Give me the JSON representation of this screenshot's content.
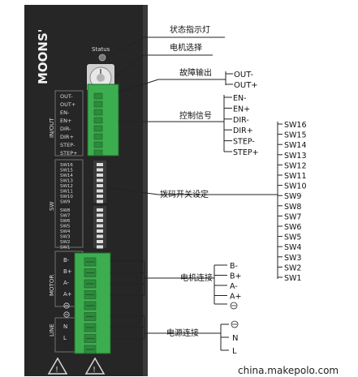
{
  "device": {
    "brand": "MOONS'",
    "status_label": "Status",
    "io_section": "IN/OUT",
    "io_pins": [
      "OUT-",
      "OUT+",
      "EN-",
      "EN+",
      "DIR-",
      "DIR+",
      "STEP-",
      "STEP+"
    ],
    "sw_section": "SW",
    "sw_labels": [
      "SW16",
      "SW15",
      "SW14",
      "SW13",
      "SW12",
      "SW11",
      "SW10",
      "SW9",
      "SW8",
      "SW7",
      "SW6",
      "SW5",
      "SW4",
      "SW3",
      "SW2",
      "SW1"
    ],
    "motor_section": "MOTOR",
    "motor_pins": [
      "B-",
      "B+",
      "A-",
      "A+"
    ],
    "line_section": "LINE",
    "line_pins": [
      "N",
      "L"
    ]
  },
  "annotations": {
    "status_light": "状态指示灯",
    "motor_select": "电机选择",
    "fault_output": "故障输出",
    "fault_pins": [
      "OUT-",
      "OUT+"
    ],
    "control_signal": "控制信号",
    "control_pins": [
      "EN-",
      "EN+",
      "DIR-",
      "DIR+",
      "STEP-",
      "STEP+"
    ],
    "dip_switch": "拨码开关设定",
    "dip_pins": [
      "SW16",
      "SW15",
      "SW14",
      "SW13",
      "SW12",
      "SW11",
      "SW10",
      "SW9",
      "SW8",
      "SW7",
      "SW6",
      "SW5",
      "SW4",
      "SW3",
      "SW2",
      "SW1"
    ],
    "motor_connect": "电机连接",
    "motor_pins": [
      "B-",
      "B+",
      "A-",
      "A+"
    ],
    "power_connect": "电源连接",
    "power_pins": [
      "N",
      "L"
    ]
  },
  "watermark": "china.makepolo.com",
  "colors": {
    "device_body": "#262626",
    "terminal_green": "#3dae4f",
    "annotation_line": "#222222",
    "dial": "#d8d8d8"
  },
  "icons": [
    "ground-icon",
    "warning-triangle-icon",
    "rotary-dial-icon",
    "status-led-icon"
  ]
}
